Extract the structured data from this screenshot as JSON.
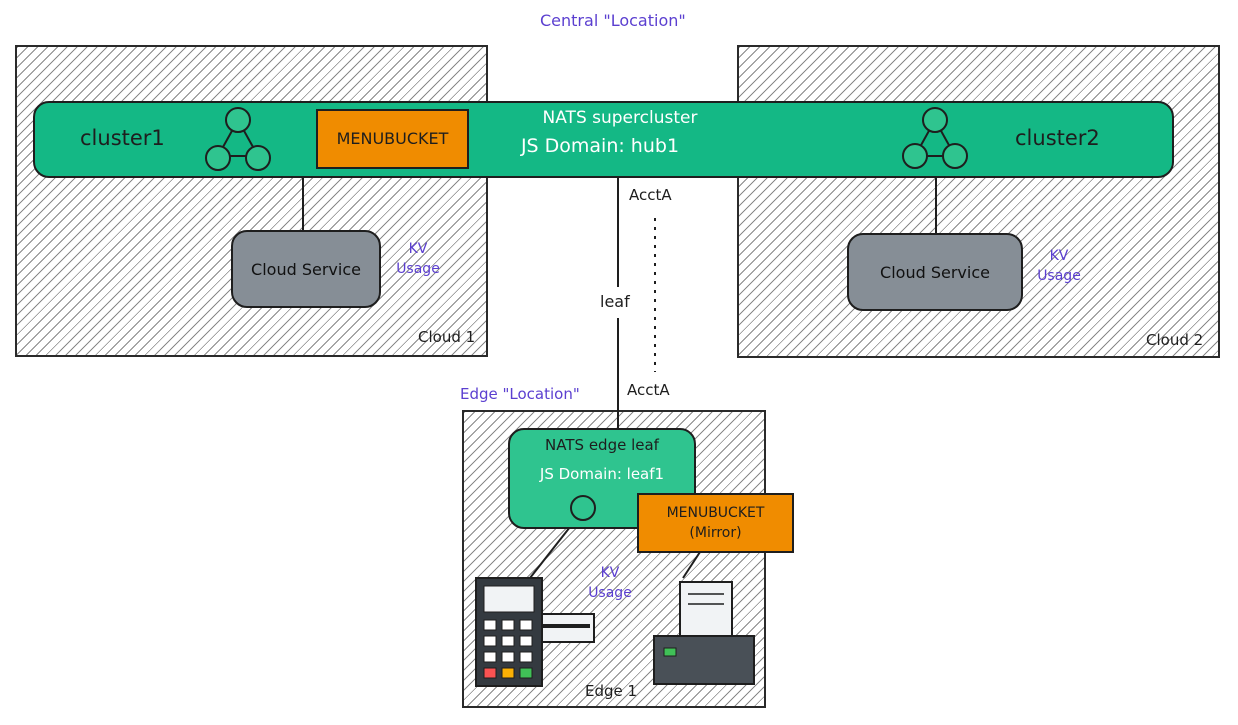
{
  "central_location": "Central \"Location\"",
  "edge_location": "Edge \"Location\"",
  "cloud1": {
    "label": "Cloud 1",
    "cluster": "cluster1",
    "service": "Cloud Service",
    "kv": [
      "KV",
      "Usage"
    ]
  },
  "cloud2": {
    "label": "Cloud 2",
    "cluster": "cluster2",
    "service": "Cloud Service",
    "kv": [
      "KV",
      "Usage"
    ]
  },
  "supercluster": {
    "title": "NATS supercluster",
    "domain": "JS Domain: hub1",
    "bucket": "MENUBUCKET"
  },
  "connection": {
    "account_top": "AcctA",
    "leaf": "leaf",
    "account_bottom": "AcctA"
  },
  "edge1": {
    "label": "Edge 1",
    "leaf_title": "NATS edge leaf",
    "leaf_domain": "JS Domain: leaf1",
    "bucket": "MENUBUCKET",
    "bucket_sub": "(Mirror)",
    "kv": [
      "KV",
      "Usage"
    ]
  },
  "colors": {
    "green": "#14b885",
    "orange": "#f08c00",
    "gray": "#868e96",
    "purple": "#5b3fd0"
  }
}
